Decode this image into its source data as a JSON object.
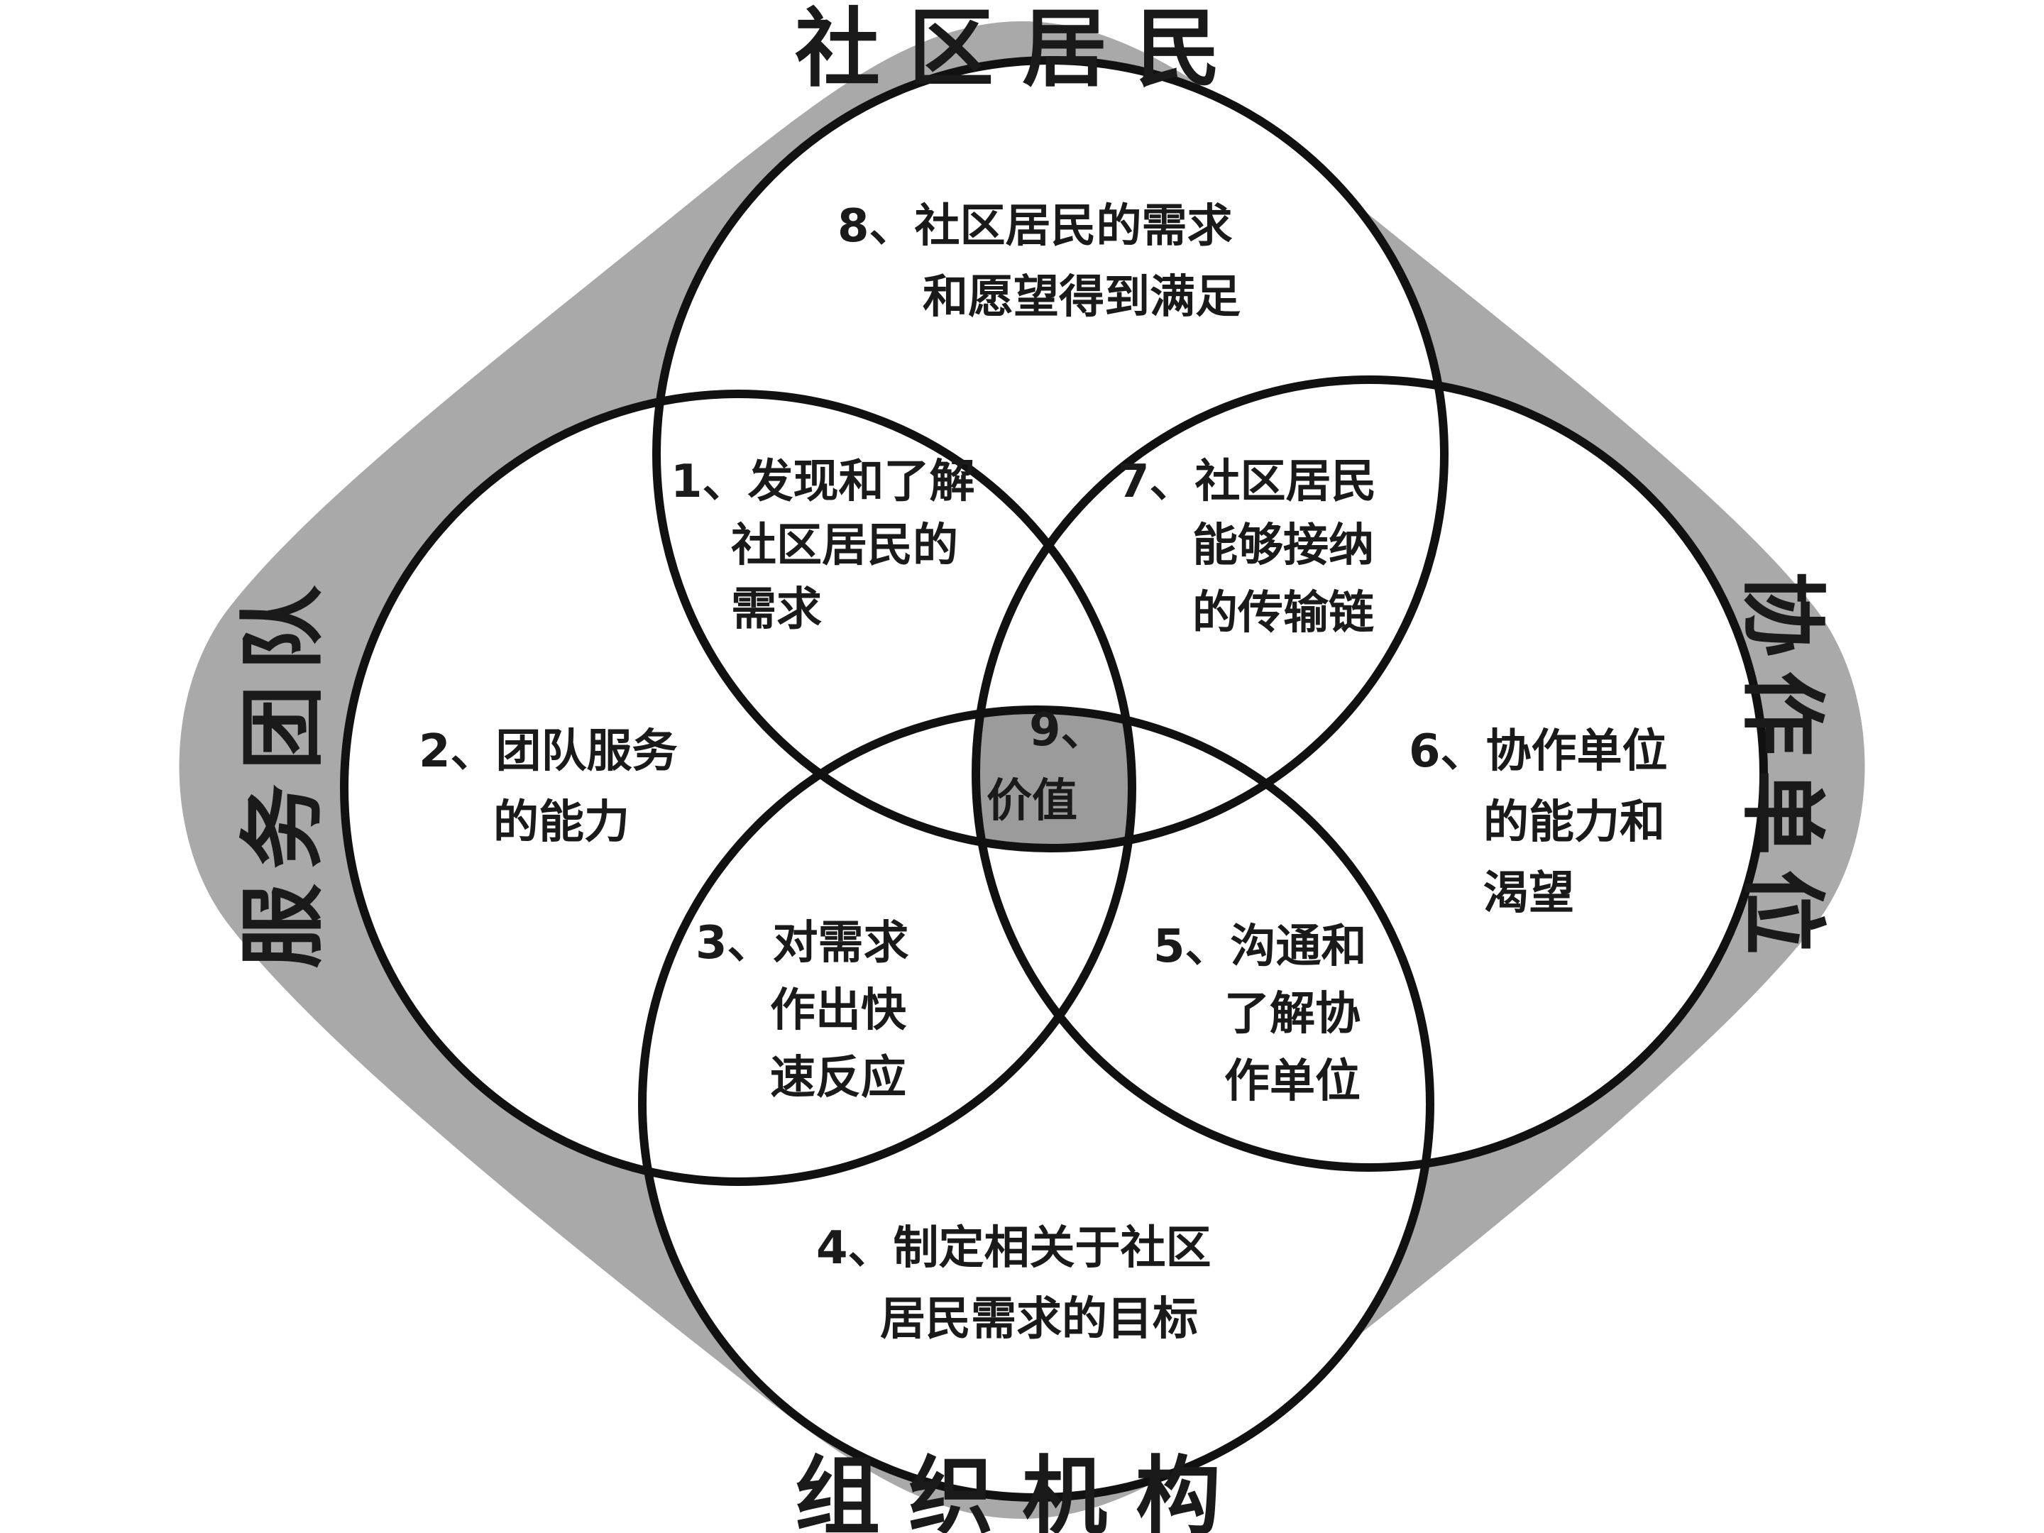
{
  "diagram": {
    "outer_labels": {
      "top": "社区居民",
      "left": "服务团队",
      "right": "协作单位",
      "bottom": "组织机构"
    },
    "regions": [
      {
        "id": "8",
        "lines": [
          "8、社区居民的需求",
          "和愿望得到满足"
        ]
      },
      {
        "id": "1",
        "lines": [
          "1、发现和了解",
          "社区居民的",
          "需求"
        ]
      },
      {
        "id": "7",
        "lines": [
          "7、社区居民",
          "能够接纳",
          "的传输链"
        ]
      },
      {
        "id": "2",
        "lines": [
          "2、团队服务",
          "的能力"
        ]
      },
      {
        "id": "9",
        "lines": [
          "9、",
          "价值"
        ]
      },
      {
        "id": "6",
        "lines": [
          "6、协作单位",
          "的能力和",
          "渴望"
        ]
      },
      {
        "id": "3",
        "lines": [
          "3、对需求",
          "作出快",
          "速反应"
        ]
      },
      {
        "id": "5",
        "lines": [
          "5、沟通和",
          "了解协",
          "作单位"
        ]
      },
      {
        "id": "4",
        "lines": [
          "4、制定相关于社区",
          "居民需求的目标"
        ]
      }
    ],
    "colors": {
      "outer_fill": "#a9a9a9",
      "circle_fill": "#ffffff",
      "center_fill": "#9b9b9b",
      "stroke": "#111111",
      "text": "#1a1a1a"
    }
  }
}
